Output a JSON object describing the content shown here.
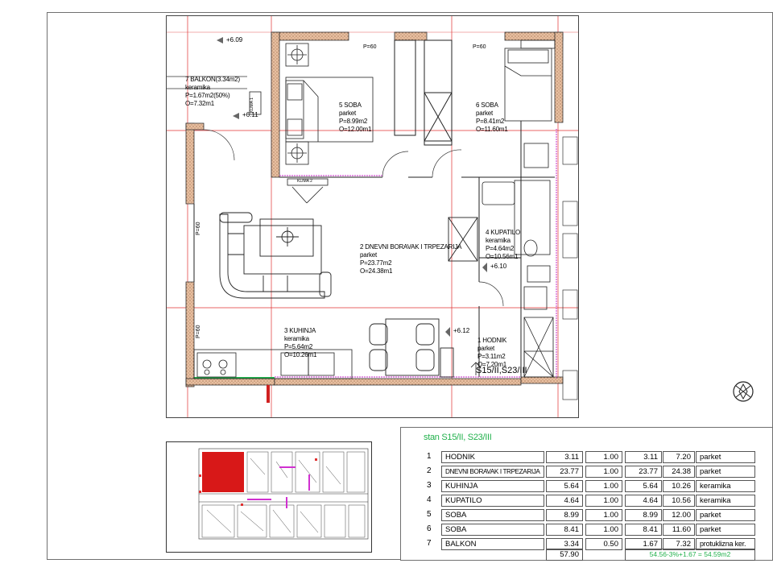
{
  "plan": {
    "rooms": [
      {
        "id": "soba5",
        "lines": [
          "5 SOBA",
          "parket",
          "P=8.99m2",
          "O=12.00m1"
        ]
      },
      {
        "id": "soba6",
        "lines": [
          "6 SOBA",
          "parket",
          "P=8.41m2",
          "O=11.60m1"
        ]
      },
      {
        "id": "balkon",
        "lines": [
          "7 BALKON(3.34m2)",
          "keramika",
          "P=1.67m2(50%)",
          "O=7.32m1"
        ]
      },
      {
        "id": "dnevni",
        "lines": [
          "2 DNEVNI BORAVAK I TRPEZARIJA",
          "parket",
          "P=23.77m2",
          "O=24.38m1"
        ]
      },
      {
        "id": "kupatilo",
        "lines": [
          "4 KUPATILO",
          "keramika",
          "P=4.64m2",
          "O=10.56m1"
        ]
      },
      {
        "id": "kuhinja",
        "lines": [
          "3 KUHINJA",
          "keramika",
          "P=5.64m2",
          "O=10.26m1"
        ]
      },
      {
        "id": "hodnik",
        "lines": [
          "1 HODNIK",
          "parket",
          "P=3.11m2",
          "O=7.20m1"
        ]
      }
    ],
    "levels": {
      "l609": "+6.09",
      "l611": "+6.11",
      "l610": "+6.10",
      "l612": "+6.12"
    },
    "window_marks": {
      "w1": "P=60",
      "w2": "P=60",
      "w3": "P=60",
      "w4": "P=60"
    },
    "klima1": "KLIMA 1",
    "klima2": "KLIMA 2",
    "apartment_label": "S15/II,S23/III"
  },
  "colors": {
    "wall_hatch": "#e8bfa0",
    "red_line": "#e03030",
    "pink_line": "#d050d0",
    "green": "#22b14c",
    "key_red": "#d81818"
  },
  "table": {
    "title": "stan S15/II, S23/III",
    "rows": [
      {
        "no": "1",
        "name": "HODNIK",
        "area": "3.11",
        "coef": "1.00",
        "net": "3.11",
        "perim": "7.20",
        "floor": "parket"
      },
      {
        "no": "2",
        "name": "DNEVNI BORAVAK I TRPEZARIJA",
        "area": "23.77",
        "coef": "1.00",
        "net": "23.77",
        "perim": "24.38",
        "floor": "parket"
      },
      {
        "no": "3",
        "name": "KUHINJA",
        "area": "5.64",
        "coef": "1.00",
        "net": "5.64",
        "perim": "10.26",
        "floor": "keramika"
      },
      {
        "no": "4",
        "name": "KUPATILO",
        "area": "4.64",
        "coef": "1.00",
        "net": "4.64",
        "perim": "10.56",
        "floor": "keramika"
      },
      {
        "no": "5",
        "name": "SOBA",
        "area": "8.99",
        "coef": "1.00",
        "net": "8.99",
        "perim": "12.00",
        "floor": "parket"
      },
      {
        "no": "6",
        "name": "SOBA",
        "area": "8.41",
        "coef": "1.00",
        "net": "8.41",
        "perim": "11.60",
        "floor": "parket"
      },
      {
        "no": "7",
        "name": "BALKON",
        "area": "3.34",
        "coef": "0.50",
        "net": "1.67",
        "perim": "7.32",
        "floor": "protuklizna ker."
      }
    ],
    "total": "57.90",
    "formula": "54.56-3%+1.67 = 54.59m2"
  }
}
